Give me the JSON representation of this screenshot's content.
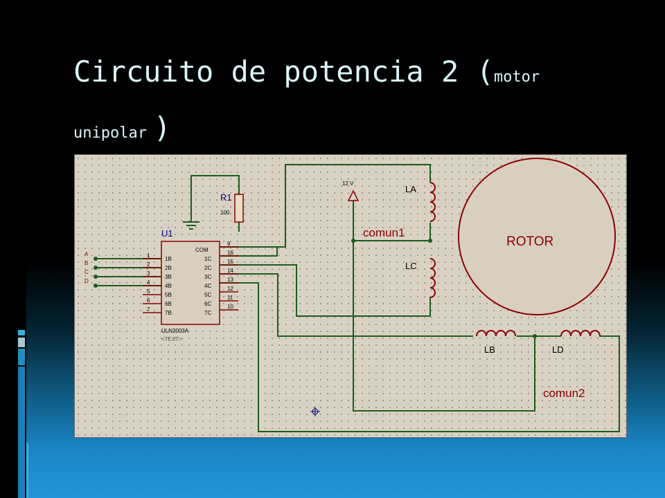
{
  "slide": {
    "title_main": "Circuito de potencia 2 (",
    "title_sub_1": "motor",
    "title_sub_2": "unipolar",
    "title_close": ")"
  },
  "schematic": {
    "resistor": {
      "ref": "R1",
      "value": "100"
    },
    "chip": {
      "ref": "U1",
      "part": "ULN2003A",
      "text_placeholder": "<TEXT>",
      "left_pin_numbers": [
        "1",
        "2",
        "3",
        "4",
        "5",
        "6",
        "7"
      ],
      "left_pin_names": [
        "1B",
        "2B",
        "3B",
        "4B",
        "5B",
        "6B",
        "7B"
      ],
      "right_pin_numbers": [
        "9",
        "16",
        "15",
        "14",
        "13",
        "12",
        "11",
        "10"
      ],
      "right_pin_names": [
        "COM",
        "1C",
        "2C",
        "3C",
        "4C",
        "5C",
        "6C",
        "7C"
      ]
    },
    "inputs": [
      "A",
      "B",
      "C",
      "D"
    ],
    "supply": "12 V",
    "coils": [
      "LA",
      "LC",
      "LB",
      "LD"
    ],
    "common_labels": [
      "comun1",
      "comun2"
    ],
    "rotor": "ROTOR"
  },
  "colors": {
    "wire": "#1d5c1d",
    "component": "#8b0000",
    "label": "#000080",
    "schematic_bg": "#d9d2c2"
  }
}
